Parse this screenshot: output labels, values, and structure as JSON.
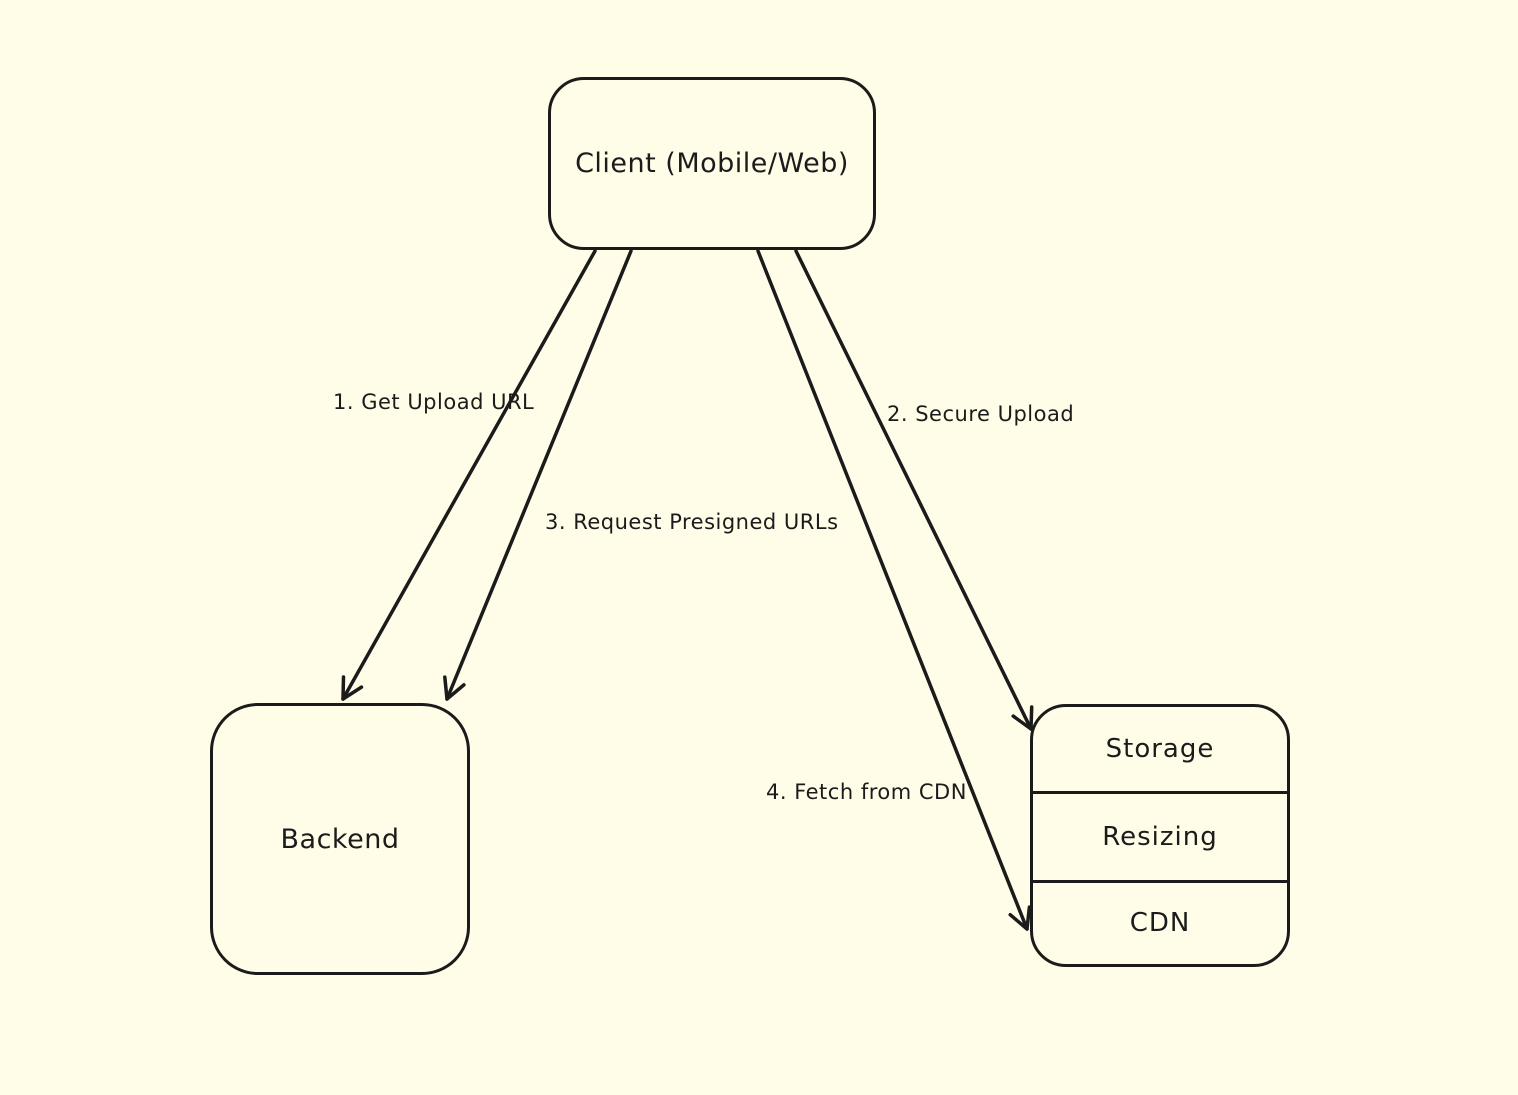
{
  "colors": {
    "background": "#FFFCE8",
    "stroke": "#1b1b1b"
  },
  "nodes": {
    "client": {
      "label": "Client (Mobile/Web)"
    },
    "backend": {
      "label": "Backend"
    },
    "stack": {
      "rows": [
        "Storage",
        "Resizing",
        "CDN"
      ]
    }
  },
  "arrows": [
    {
      "label": "1. Get Upload URL",
      "from": "client",
      "to": "backend"
    },
    {
      "label": "2. Secure Upload",
      "from": "client",
      "to": "stack-storage"
    },
    {
      "label": "3. Request Presigned URLs",
      "from": "client",
      "to": "backend"
    },
    {
      "label": "4. Fetch from CDN",
      "from": "client",
      "to": "stack-cdn"
    }
  ]
}
